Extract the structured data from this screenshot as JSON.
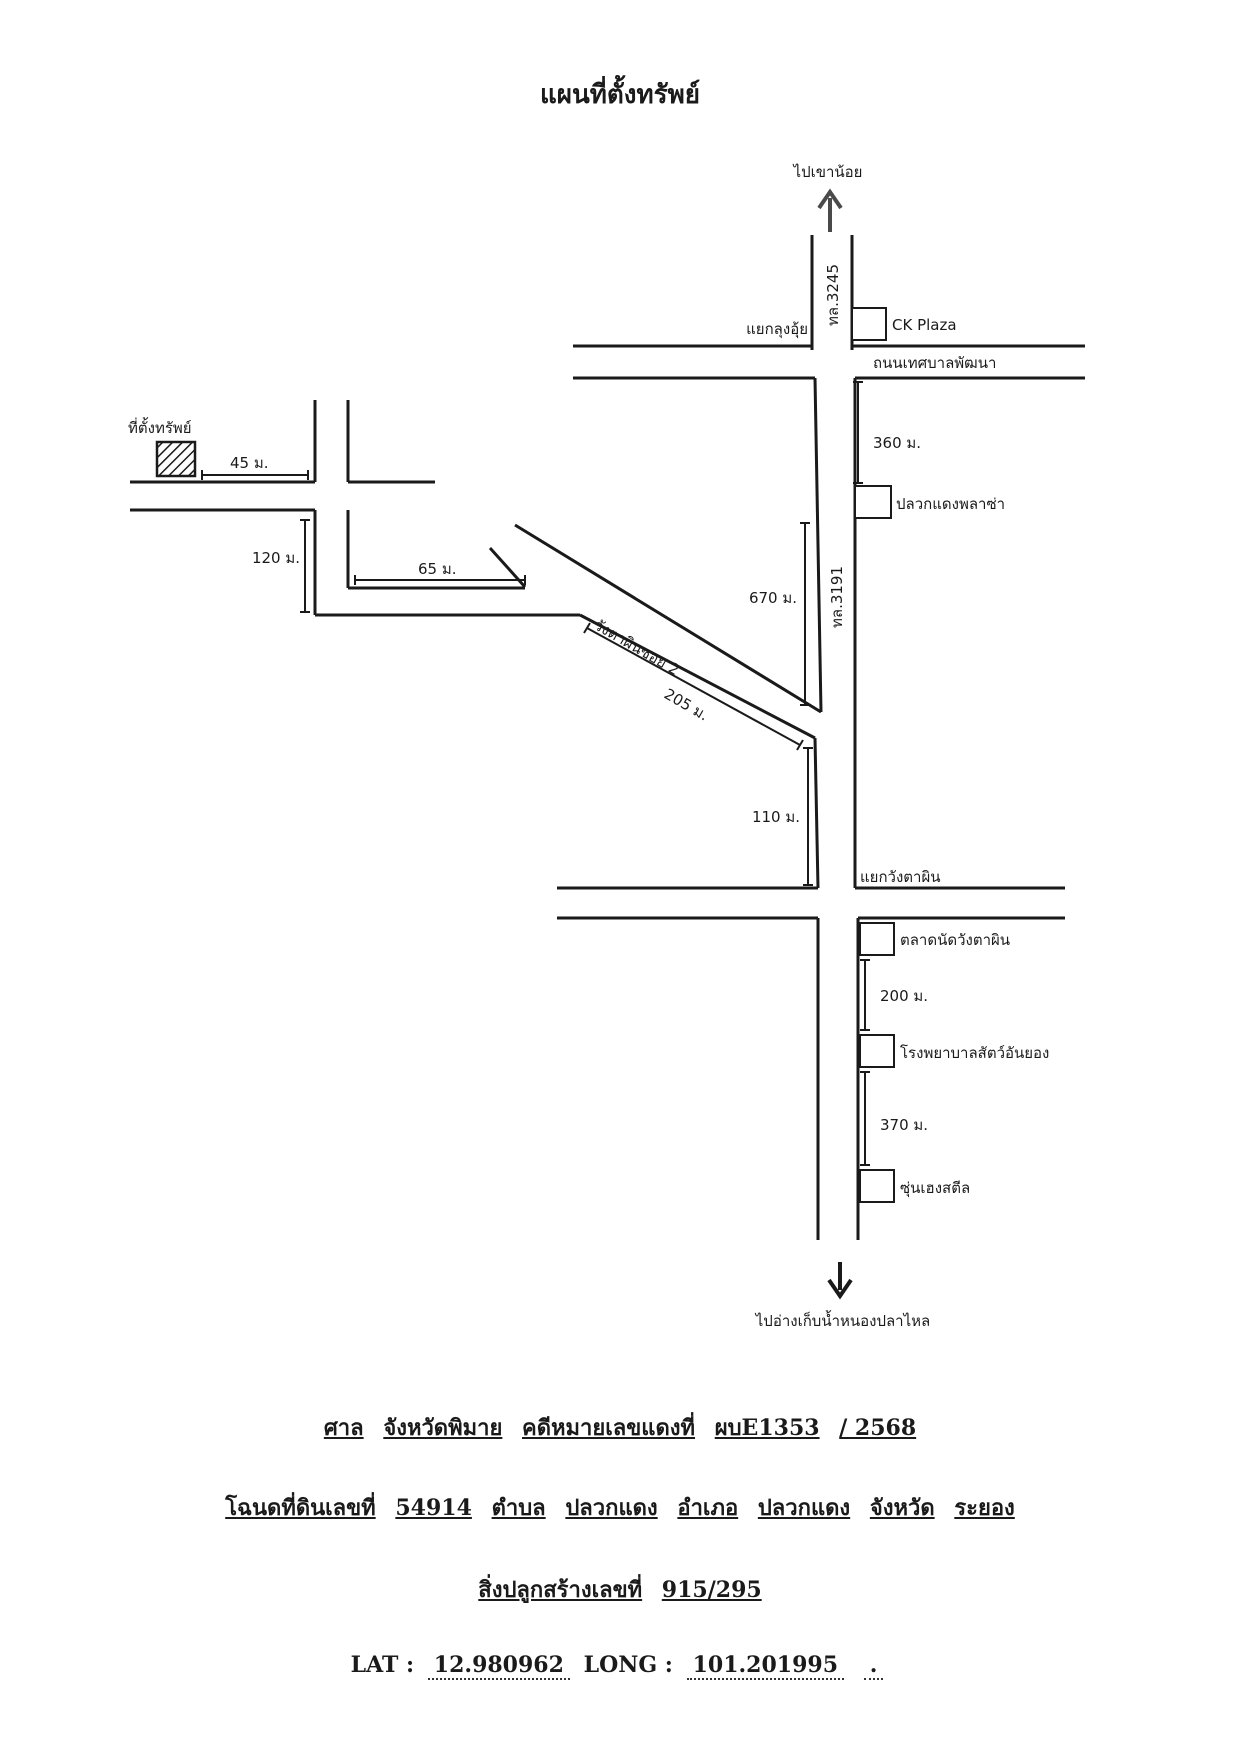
{
  "title": "แผนที่ตั้งทรัพย์",
  "map": {
    "north_label": "ไปเขาน้อย",
    "south_label": "ไปอ่างเก็บน้ำหนองปลาไหล",
    "road_3245": "ทล.3245",
    "road_3191": "ทล.3191",
    "junction_north": "แยกลุงอุ้ย",
    "cross_road": "ถนนเทศบาลพัฒนา",
    "junction_south": "แยกวังตาผิน",
    "soi_label": "วังตาผินซอย 2",
    "property_label": "ที่ตั้งทรัพย์",
    "landmarks": {
      "ck_plaza": "CK Plaza",
      "pluak_plaza": "ปลวกแดงพลาซ่า",
      "market": "ตลาดนัดวังตาผิน",
      "vet_hospital": "โรงพยาบาลสัตว์อันยอง",
      "steel_shop": "ซุ่นเฮงสตีล"
    },
    "distances": {
      "d45": "45 ม.",
      "d120": "120 ม.",
      "d65": "65 ม.",
      "d205": "205 ม.",
      "d670": "670 ม.",
      "d110": "110 ม.",
      "d360": "360 ม.",
      "d200": "200 ม.",
      "d370": "370 ม."
    }
  },
  "info": {
    "court_prefix": "ศาล",
    "court_name": "จังหวัดพิมาย",
    "case_label": "คดีหมายเลขแดงที่",
    "case_number": "ผบE1353",
    "case_year": "/ 2568",
    "deed_label": "โฉนดที่ดินเลขที่",
    "deed_number": "54914",
    "subdistrict_label": "ตำบล",
    "subdistrict": "ปลวกแดง",
    "district_label": "อำเภอ",
    "district": "ปลวกแดง",
    "province_label": "จังหวัด",
    "province": "ระยอง",
    "building_label": "สิ่งปลูกสร้างเลขที่",
    "building_number": "915/295",
    "lat_label": "LAT :",
    "lat": "12.980962",
    "long_label": "LONG :",
    "long": "101.201995",
    "trailing": "."
  }
}
